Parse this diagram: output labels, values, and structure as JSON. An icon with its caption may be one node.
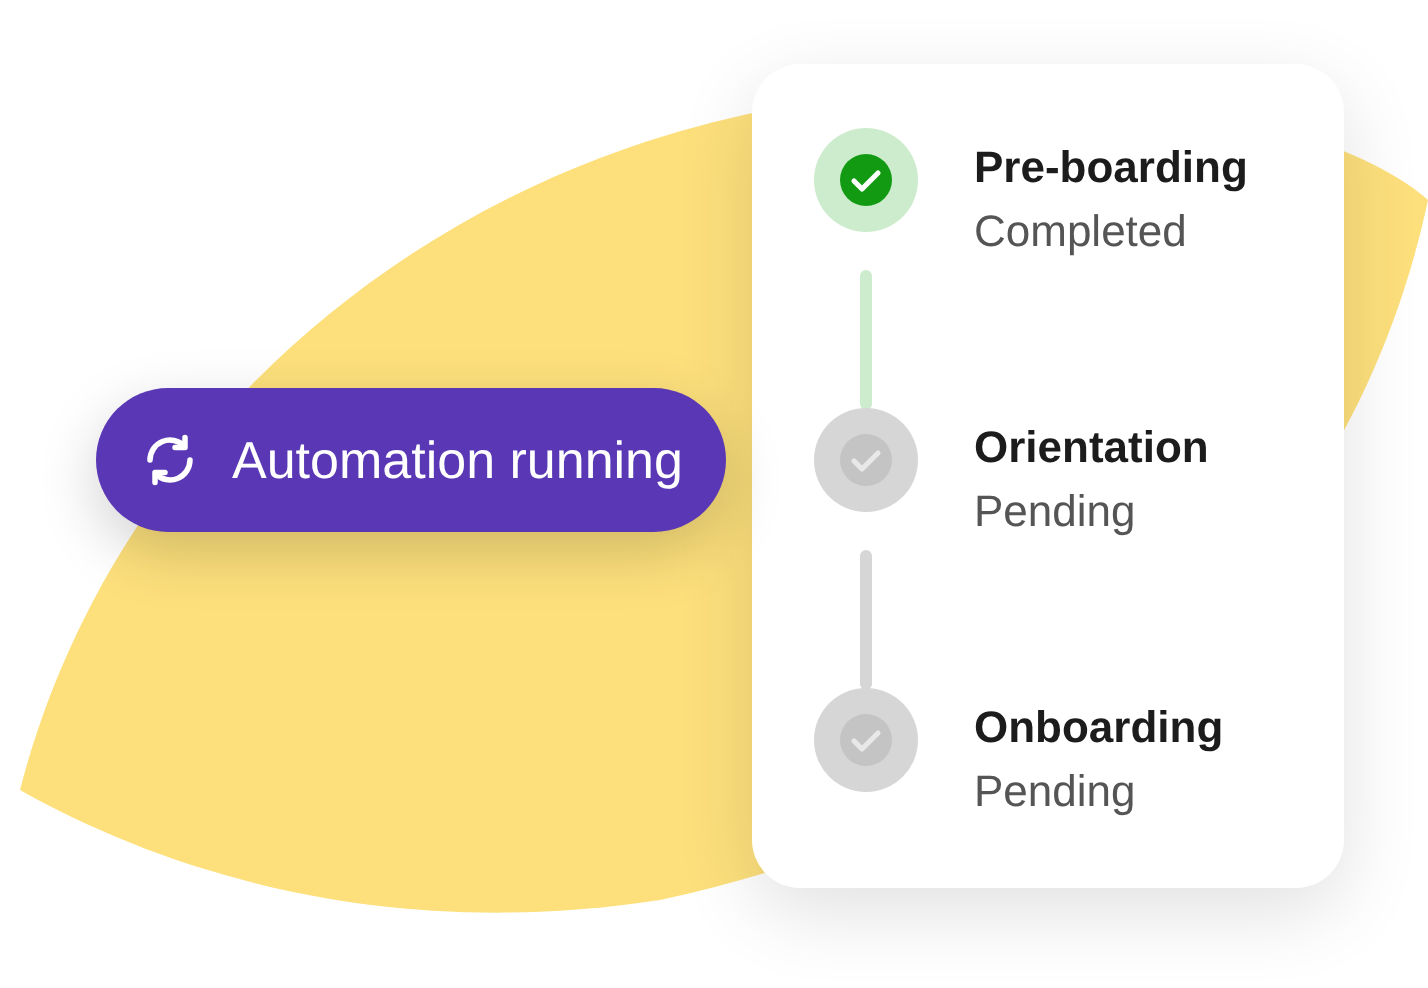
{
  "diagram": {
    "nodes": [
      {
        "text": [
          "Automation running"
        ]
      },
      {
        "text": [],
        "shape": "box"
      },
      {
        "text": [
          "Pre-boarding",
          "Completed"
        ],
        "in": 1
      },
      {
        "text": [
          "Orientation",
          "Pending"
        ],
        "in": 1
      },
      {
        "text": [
          "Onboarding",
          "Pending"
        ],
        "in": 1
      }
    ],
    "edges": [
      {
        "from": 2,
        "to": 3,
        "arrow": "none",
        "color": "#cdeccd"
      },
      {
        "from": 3,
        "to": 4,
        "arrow": "none",
        "color": "#d6d6d6"
      }
    ]
  }
}
